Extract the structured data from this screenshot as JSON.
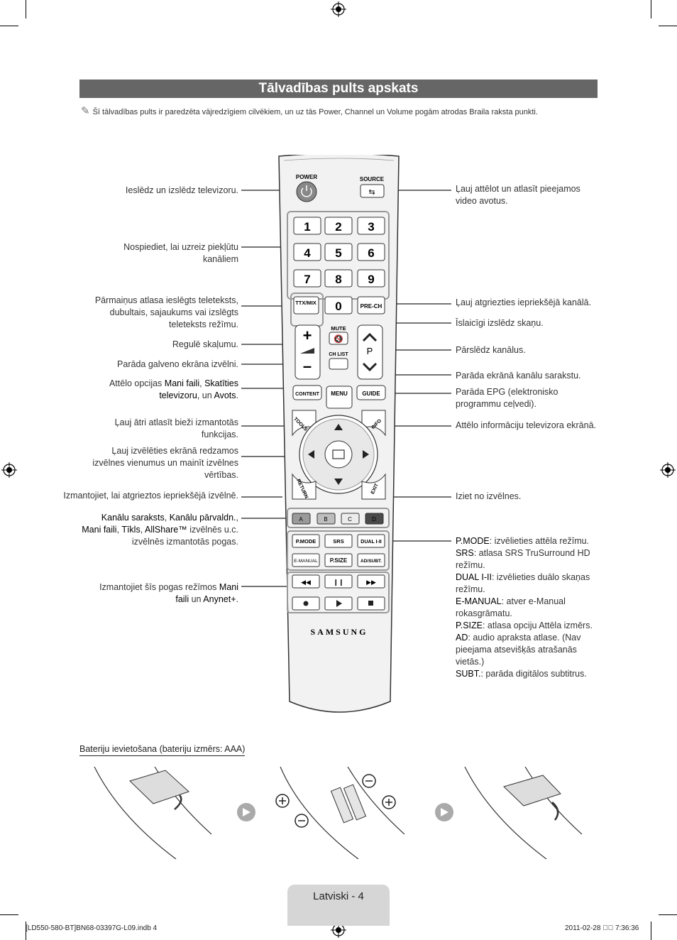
{
  "title": "Tālvadības pults apskats",
  "note": "Šī tālvadības pults ir paredzēta vājredzīgiem cilvēkiem, un uz tās Power, Channel un Volume pogām atrodas Braila raksta punkti.",
  "left_labels": {
    "power": "Ieslēdz un izslēdz televizoru.",
    "numbers_1": "Nospiediet, lai uzreiz piekļūtu",
    "numbers_2": "kanāliem",
    "ttx_1": "Pārmaiņus atlasa ieslēgts teleteksts,",
    "ttx_2": "dubultais, sajaukums vai izslēgts",
    "ttx_3": "teleteksts režīmu.",
    "volume": "Regulē skaļumu.",
    "menu": "Parāda galveno ekrāna izvēlni.",
    "content_1a": "Attēlo opcijas ",
    "content_1b": "Mani faili",
    "content_1c": ", ",
    "content_1d": "Skatīties",
    "content_2a": "televizoru",
    "content_2b": ", un ",
    "content_2c": "Avots",
    "content_2d": ".",
    "tools_1": "Ļauj ātri atlasīt bieži izmantotās",
    "tools_2": "funkcijas.",
    "nav_1": "Ļauj izvēlēties ekrānā redzamos",
    "nav_2": "izvēlnes vienumus un mainīt izvēlnes",
    "nav_3": "vērtības.",
    "return": "Izmantojiet, lai atgrieztos iepriekšējā izvēlnē.",
    "color_1a": "Kanālu saraksts",
    "color_1b": ", ",
    "color_1c": "Kanālu pārvaldn.",
    "color_1d": ",",
    "color_2a": "Mani faili",
    "color_2b": ", ",
    "color_2c": "Tīkls",
    "color_2d": ", ",
    "color_2e": "AllShare™",
    "color_2f": " izvēlnēs u.c.",
    "color_3": "izvēlnēs izmantotās pogas.",
    "media_1a": "Izmantojiet šīs pogas režīmos ",
    "media_1b": "Mani",
    "media_2a": "faili",
    "media_2b": " un ",
    "media_2c": "Anynet+",
    "media_2d": "."
  },
  "right_labels": {
    "source_1": "Ļauj attēlot un atlasīt pieejamos",
    "source_2": "video avotus.",
    "prech": "Ļauj atgriezties iepriekšējā kanālā.",
    "mute": "Īslaicīgi izslēdz skaņu.",
    "channel": "Pārslēdz kanālus.",
    "chlist": "Parāda ekrānā kanālu sarakstu.",
    "guide_1": "Parāda EPG (elektronisko",
    "guide_2": "programmu ceļvedi).",
    "info": "Attēlo informāciju televizora ekrānā.",
    "exit": "Iziet no izvēlnes.",
    "pmode_k": "P.MODE",
    "pmode_v": ": izvēlieties attēla režīmu.",
    "srs_k": "SRS",
    "srs_v1": ": atlasa SRS TruSurround HD",
    "srs_v2": "režīmu.",
    "dual_k": "DUAL I-II",
    "dual_v1": ": izvēlieties duālo skaņas",
    "dual_v2": "režīmu.",
    "emanual_k": "E-MANUAL",
    "emanual_v1": ": atver e-Manual",
    "emanual_v2": "rokasgrāmatu.",
    "psize_k": "P.SIZE",
    "psize_v": ": atlasa opciju Attēla izmērs.",
    "ad_k": "AD",
    "ad_v1": ": audio apraksta atlase. (Nav",
    "ad_v2": "pieejama atsevišķās atrašanās",
    "ad_v3": "vietās.)",
    "subt_k": "SUBT.",
    "subt_v": ": parāda digitālos subtitrus."
  },
  "remote": {
    "power": "POWER",
    "source": "SOURCE",
    "digits": [
      "1",
      "2",
      "3",
      "4",
      "5",
      "6",
      "7",
      "8",
      "9"
    ],
    "zero": "0",
    "ttx": "TTX/MIX",
    "prech": "PRE-CH",
    "mute": "MUTE",
    "chlist": "CH LIST",
    "p": "P",
    "content": "CONTENT",
    "menu": "MENU",
    "guide": "GUIDE",
    "tools": "TOOLS",
    "info": "INFO",
    "return": "RETURN",
    "exit": "EXIT",
    "colors": [
      "A",
      "B",
      "C",
      "D"
    ],
    "pmode": "P.MODE",
    "srs": "SRS",
    "dual": "DUAL I-II",
    "emanual": "E-MANUAL",
    "psize": "P.SIZE",
    "adsubt": "AD/SUBT.",
    "brand": "SAMSUNG"
  },
  "battery_title": "Bateriju ievietošana (bateriju izmērs: AAA)",
  "page_label": "Latviski - 4",
  "footer_left": "[LD550-580-BT]BN68-03397G-L09.indb   4",
  "footer_right": "2011-02-28   ￿￿ 7:36:36",
  "colors": {
    "title_bg": "#666666",
    "color_a": "#9a9a9a",
    "color_d": "#4a4a4a",
    "page_tab": "#d6d6d6"
  }
}
